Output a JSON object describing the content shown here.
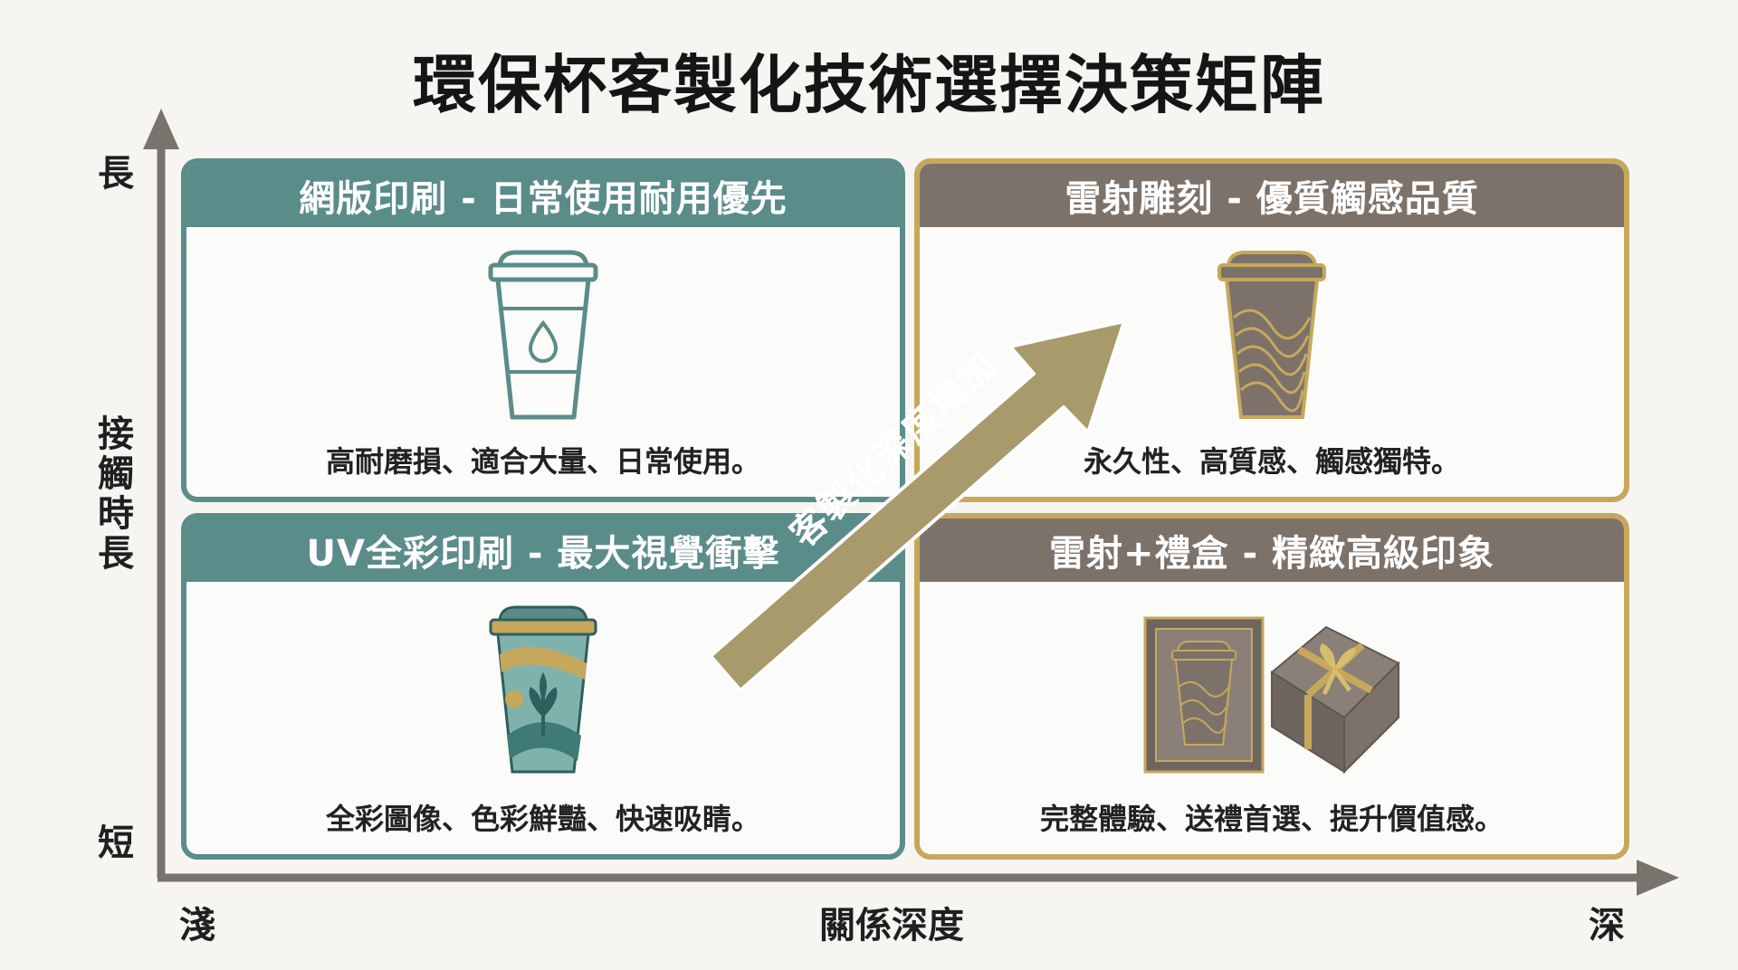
{
  "title": "環保杯客製化技術選擇決策矩陣",
  "y_axis": {
    "label": "接觸時長",
    "top": "長",
    "bottom": "短"
  },
  "x_axis": {
    "label": "關係深度",
    "left": "淺",
    "right": "深"
  },
  "arrow": {
    "label": "客製化深度增加"
  },
  "quadrants": {
    "screen_print": {
      "title": "網版印刷 - 日常使用耐用優先",
      "desc": "高耐磨損、適合大量、日常使用。",
      "icon": "outline-cup-water-drop-icon"
    },
    "laser": {
      "title": "雷射雕刻 - 優質觸感品質",
      "desc": "永久性、高質感、觸感獨特。",
      "icon": "engraved-cup-icon"
    },
    "uv": {
      "title": "UV全彩印刷 - 最大視覺衝擊",
      "desc": "全彩圖像、色彩鮮豔、快速吸睛。",
      "icon": "colorful-cup-icon"
    },
    "gift": {
      "title": "雷射+禮盒 - 精緻高級印象",
      "desc": "完整體驗、送禮首選、提升價值感。",
      "icon": "gift-box-cup-icon"
    }
  },
  "colors": {
    "teal": "#5a8c8a",
    "gold": "#c6a85c",
    "taupe": "#7c726a",
    "axis": "#7a736c"
  }
}
